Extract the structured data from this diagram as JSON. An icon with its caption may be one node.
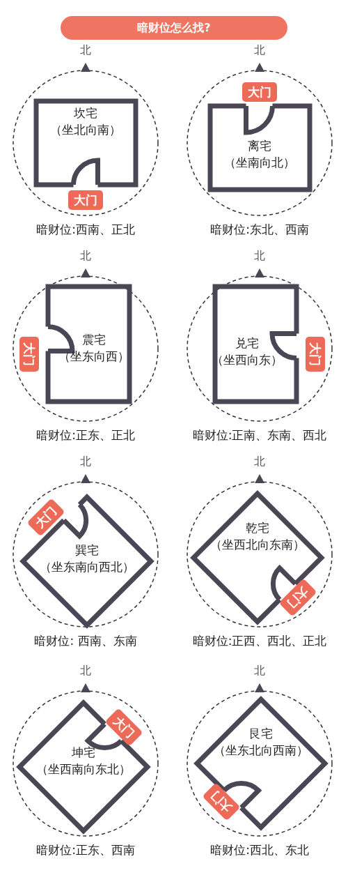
{
  "diagram": {
    "title": "暗财位怎么找?",
    "nodes": [
      {
        "text": [
          "北"
        ],
        "beside": [
          "暗财位:西南、正北"
        ]
      },
      {
        "text": [
          "坎宅",
          "（坐北向南）"
        ],
        "in": 0
      },
      {
        "text": [
          "大门"
        ],
        "in": 0
      },
      {
        "text": [
          "北"
        ],
        "beside": [
          "暗财位:东北、西南"
        ]
      },
      {
        "text": [
          "离宅",
          "（坐南向北）"
        ],
        "in": 3
      },
      {
        "text": [
          "大门"
        ],
        "in": 3
      },
      {
        "text": [
          "北"
        ],
        "beside": [
          "暗财位:正东、正北"
        ]
      },
      {
        "text": [
          "震宅",
          "（坐东向西）"
        ],
        "in": 6
      },
      {
        "text": [
          "大门"
        ],
        "in": 6
      },
      {
        "text": [
          "北"
        ],
        "beside": [
          "暗财位:正南、东南、西北"
        ]
      },
      {
        "text": [
          "兑宅",
          "（坐西向东）"
        ],
        "in": 9
      },
      {
        "text": [
          "大门"
        ],
        "in": 9
      },
      {
        "text": [
          "北"
        ],
        "beside": [
          "暗财位: 西南、东南"
        ]
      },
      {
        "text": [
          "巽宅",
          "（坐东南向西北）"
        ],
        "in": 12
      },
      {
        "text": [
          "大门"
        ],
        "in": 13
      },
      {
        "text": [
          "北"
        ],
        "beside": [
          "暗财位:正西、西北、正北"
        ]
      },
      {
        "text": [
          "乾宅",
          "（坐西北向东南）"
        ],
        "in": 15
      },
      {
        "text": [
          "大门"
        ],
        "in": 16
      },
      {
        "text": [
          "北"
        ],
        "beside": [
          "暗财位:正东、西南"
        ]
      },
      {
        "text": [
          "坤宅",
          "（坐西南向东北）"
        ],
        "in": 18
      },
      {
        "text": [
          "大门"
        ],
        "in": 19
      },
      {
        "text": [
          "北"
        ],
        "beside": [
          "暗财位:西北、东北"
        ]
      },
      {
        "text": [
          "艮宅",
          "（坐东北向西南）"
        ],
        "in": 21
      },
      {
        "text": [
          "大门"
        ],
        "in": 22
      }
    ]
  }
}
